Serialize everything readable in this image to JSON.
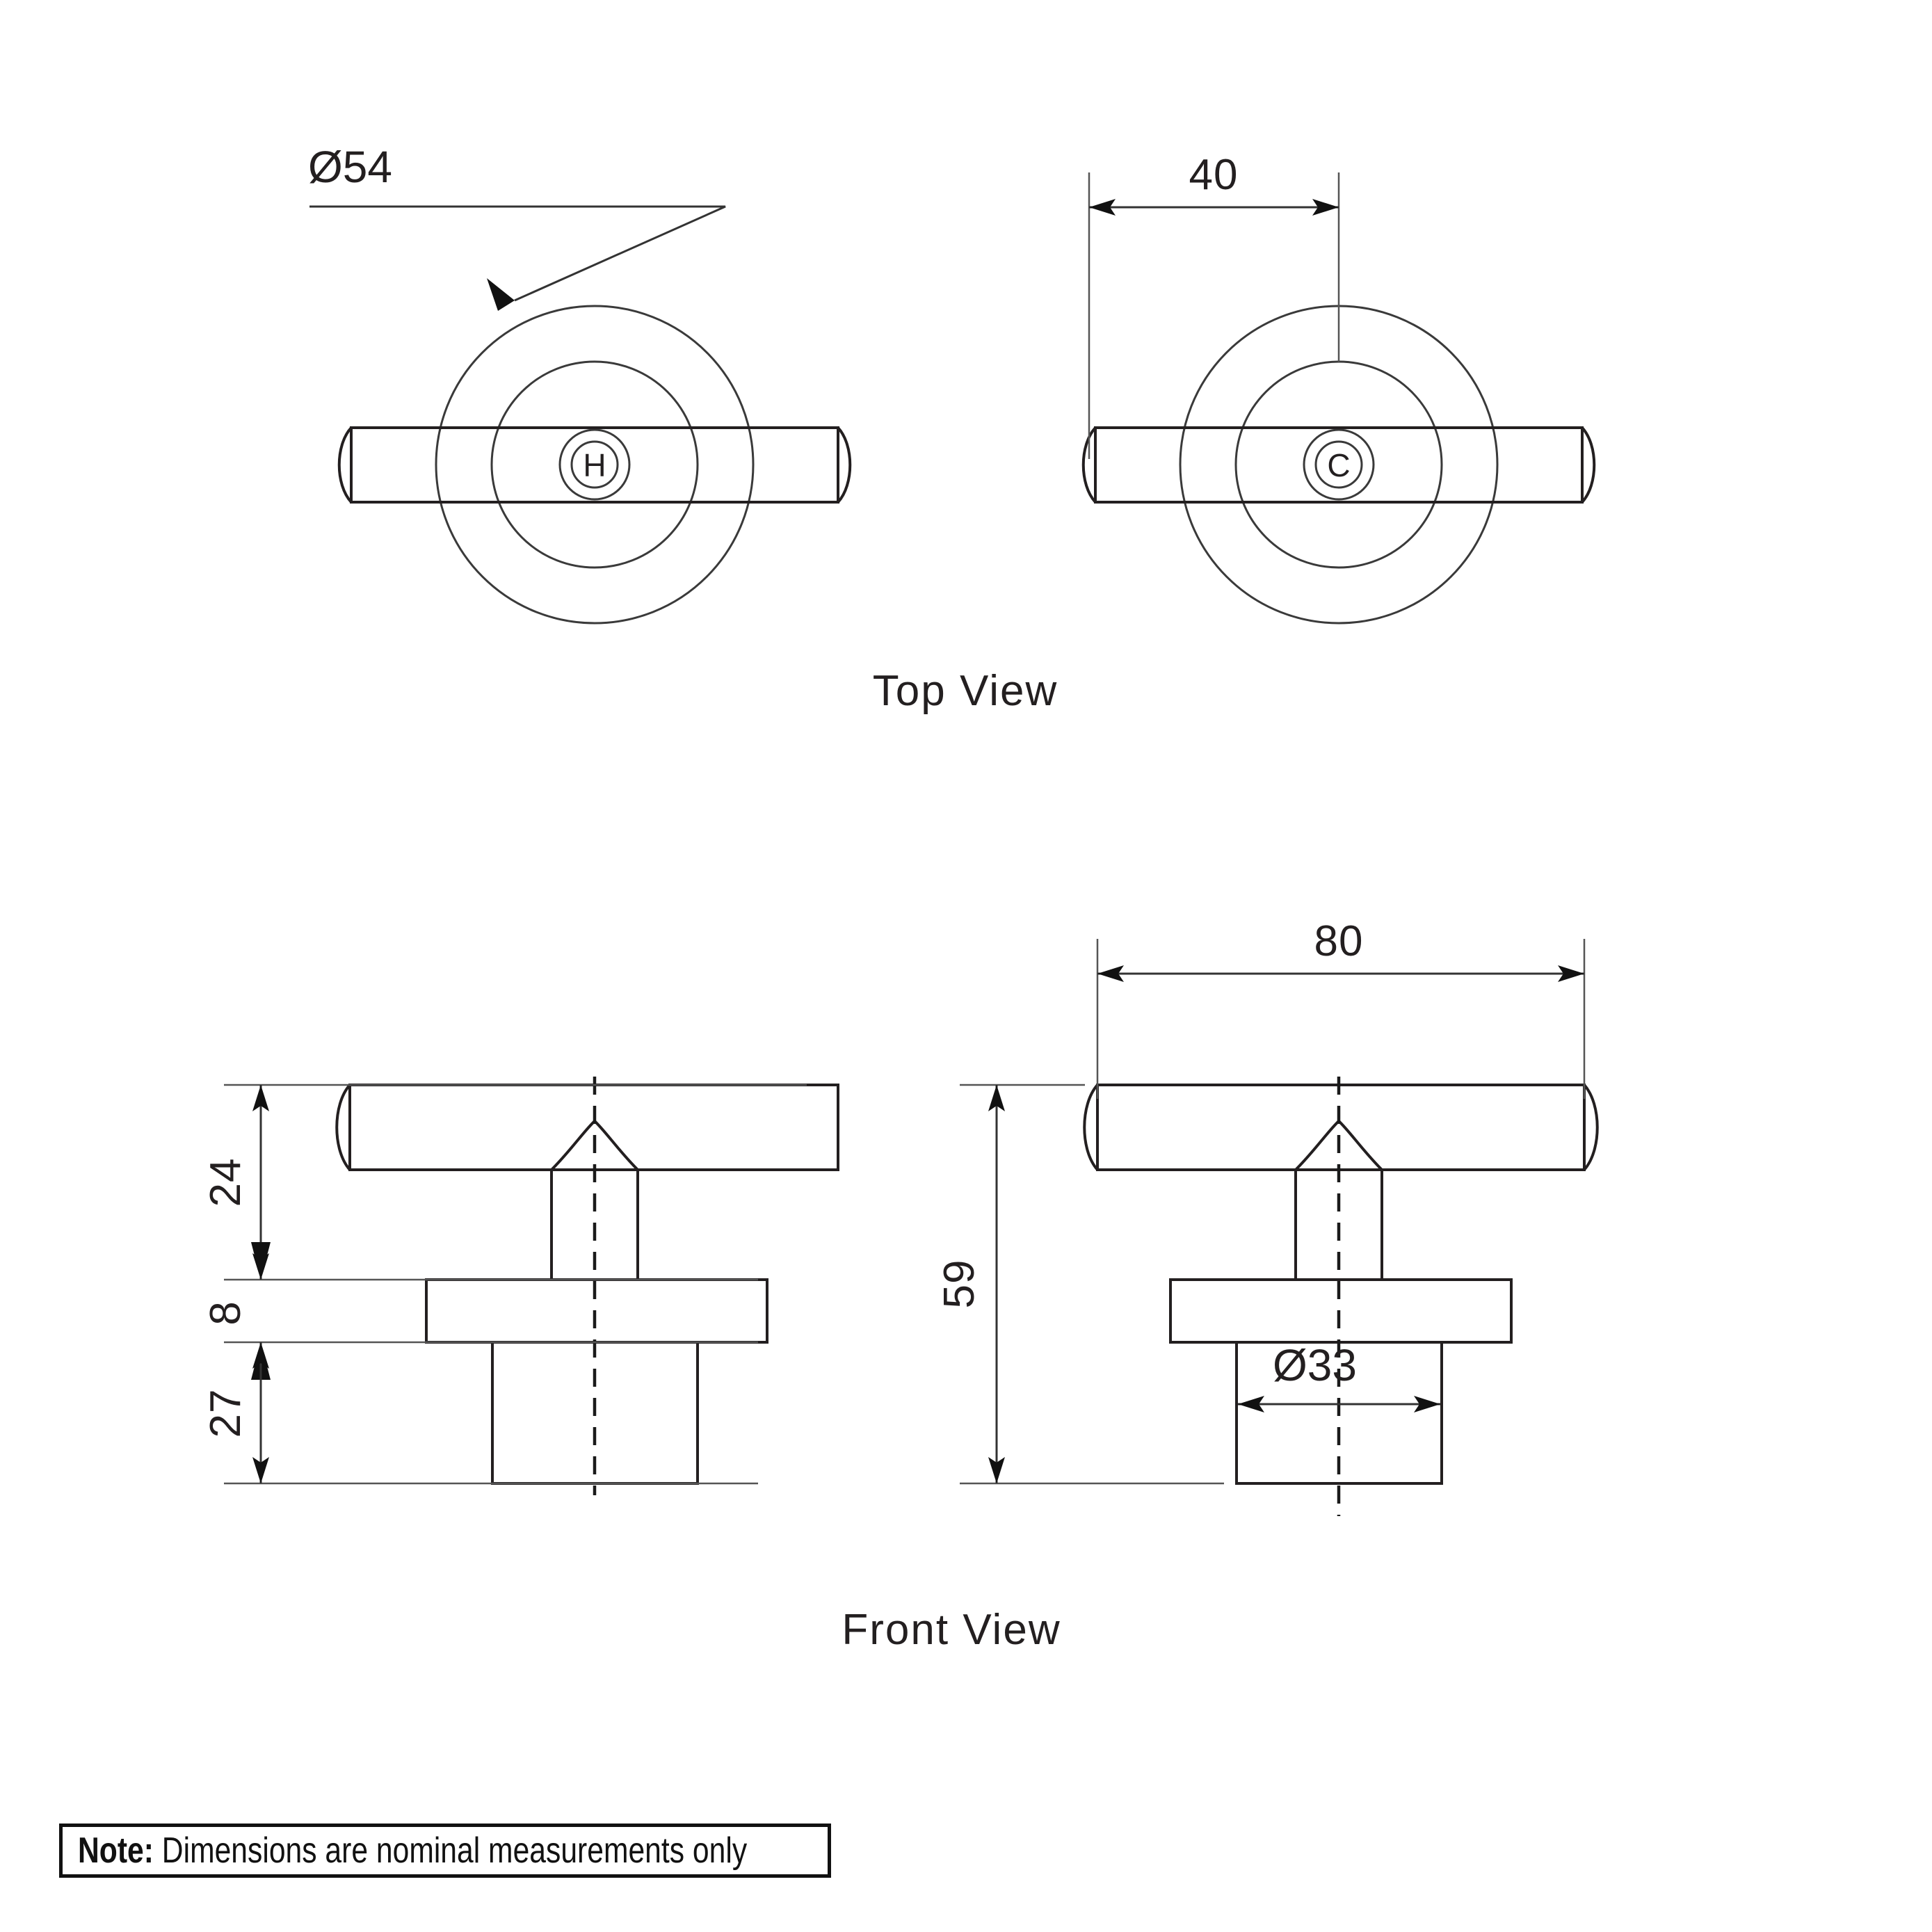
{
  "drawing": {
    "title_hidden": "",
    "views": [
      {
        "id": "top",
        "label": "Top View"
      },
      {
        "id": "front",
        "label": "Front View"
      }
    ],
    "handle_markings": {
      "hot": "H",
      "cold": "C"
    },
    "dimensions": {
      "top_view_diameter": "Ø54",
      "top_view_offset": "40",
      "front_overall_width": "80",
      "front_overall_height": "59",
      "front_handle_height": "24",
      "front_flange_thickness": "8",
      "front_base_height": "27",
      "front_base_diameter": "Ø33"
    },
    "note": {
      "label": "Note:",
      "text": "Dimensions are nominal measurements only"
    },
    "colors": {
      "line": "#231f20",
      "background": "#ffffff",
      "dimension": "#333333"
    }
  }
}
